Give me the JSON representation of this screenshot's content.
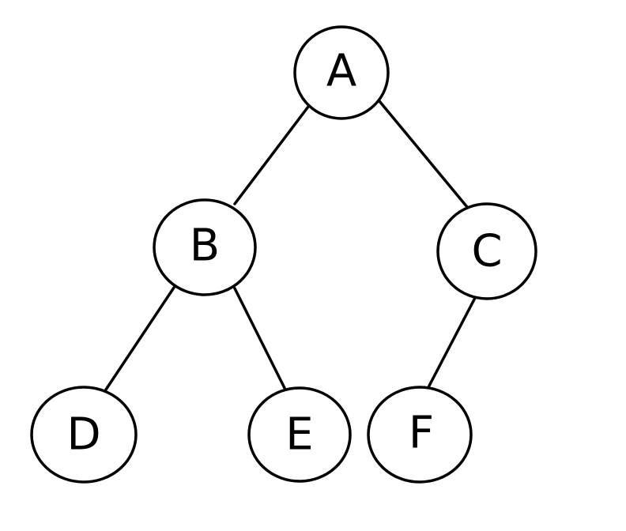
{
  "tree": {
    "nodes": [
      {
        "id": "A",
        "label": "A"
      },
      {
        "id": "B",
        "label": "B"
      },
      {
        "id": "C",
        "label": "C"
      },
      {
        "id": "D",
        "label": "D"
      },
      {
        "id": "E",
        "label": "E"
      },
      {
        "id": "F",
        "label": "F"
      }
    ],
    "edges": [
      {
        "from": "A",
        "to": "B"
      },
      {
        "from": "A",
        "to": "C"
      },
      {
        "from": "B",
        "to": "D"
      },
      {
        "from": "B",
        "to": "E"
      },
      {
        "from": "C",
        "to": "F"
      }
    ]
  }
}
